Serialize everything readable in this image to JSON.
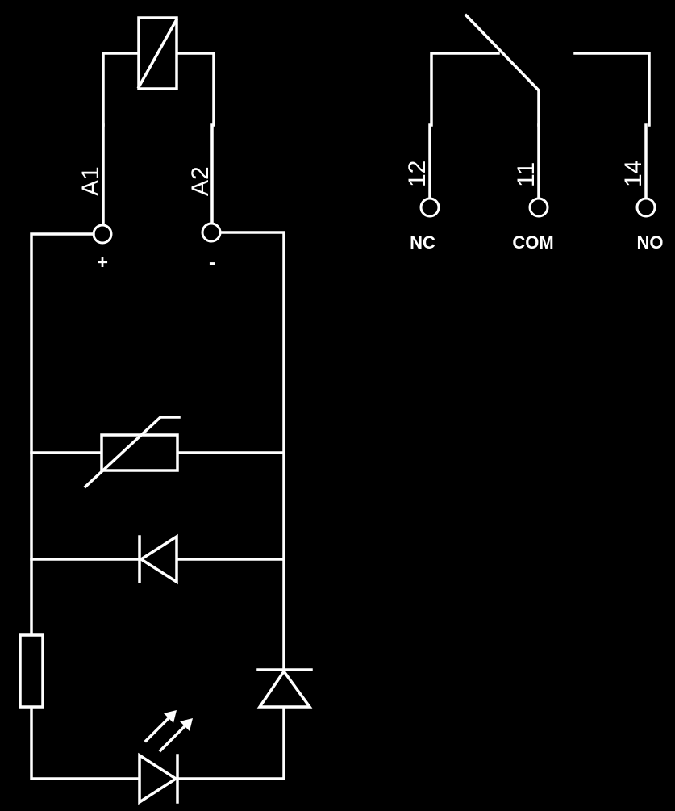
{
  "coil": {
    "pins": {
      "a1": "A1",
      "a2": "A2"
    },
    "polarity": {
      "plus": "+",
      "minus": "-"
    }
  },
  "contacts": {
    "pins": {
      "nc": "12",
      "com": "11",
      "no": "14"
    },
    "names": {
      "nc": "NC",
      "com": "COM",
      "no": "NO"
    }
  },
  "colors": {
    "background": "#000000",
    "stroke": "#ffffff"
  }
}
